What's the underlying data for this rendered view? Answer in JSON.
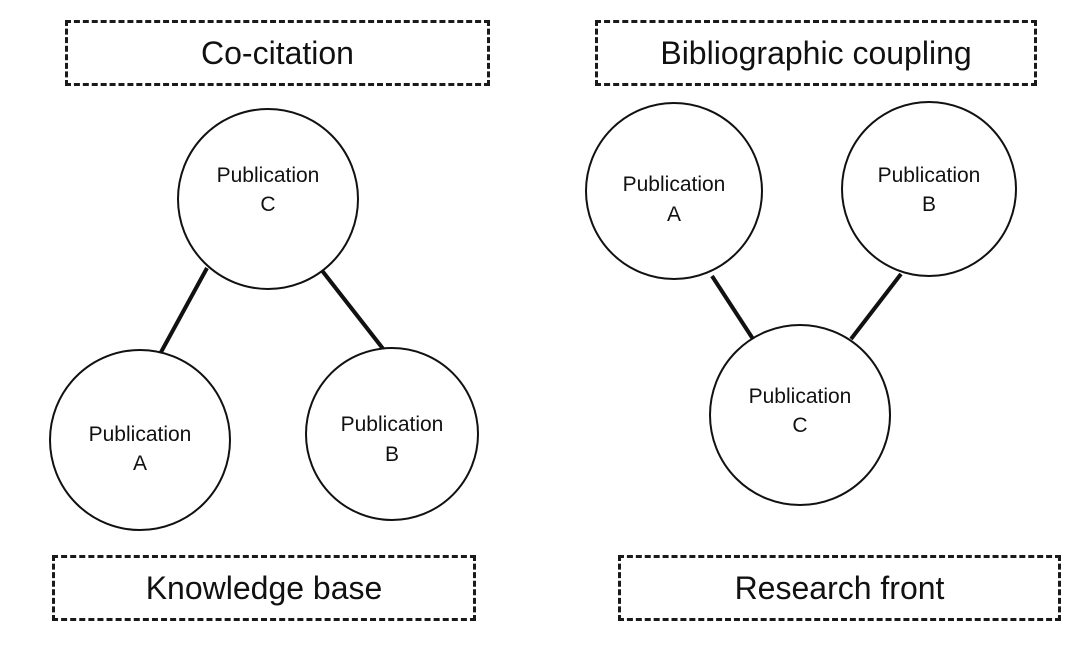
{
  "colors": {
    "stroke": "#111111",
    "background": "#ffffff"
  },
  "co_citation": {
    "title": "Co-citation",
    "footer": "Knowledge base",
    "nodes": {
      "c": {
        "line1": "Publication",
        "line2": "C"
      },
      "a": {
        "line1": "Publication",
        "line2": "A"
      },
      "b": {
        "line1": "Publication",
        "line2": "B"
      }
    }
  },
  "bibliographic_coupling": {
    "title": "Bibliographic coupling",
    "footer": "Research front",
    "nodes": {
      "a": {
        "line1": "Publication",
        "line2": "A"
      },
      "b": {
        "line1": "Publication",
        "line2": "B"
      },
      "c": {
        "line1": "Publication",
        "line2": "C"
      }
    }
  }
}
